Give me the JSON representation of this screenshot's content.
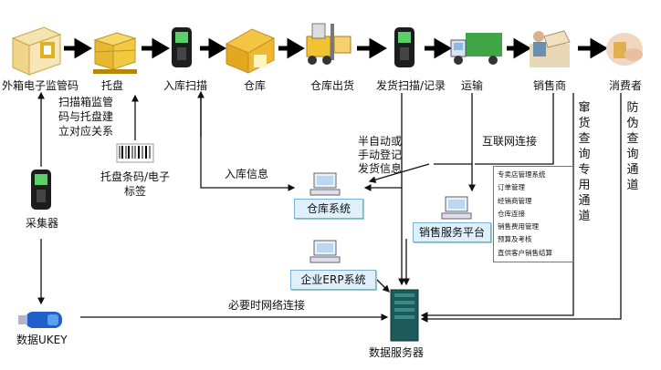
{
  "nodes": {
    "outer_box": "外箱电子监管码",
    "pallet": "托盘",
    "inbound_scan": "入库扫描",
    "warehouse": "仓库",
    "warehouse_out": "仓库出货",
    "ship_scan": "发货扫描/记录",
    "transport": "运输",
    "distributor": "销售商",
    "consumer": "消费者"
  },
  "notes": {
    "pallet_note": "扫描箱监管码与托盘建立对应关系",
    "barcode_label": "托盘条码/电子标签",
    "collector": "采集器",
    "ukey": "数据UKEY",
    "inbound_info": "入库信息",
    "ship_info": "半自动或手动登记发货信息",
    "internet": "互联网连接",
    "network": "必要时网络连接",
    "server": "数据服务器",
    "diversion_query": "窜货查询专用通道",
    "anti_fake": "防伪查询通道"
  },
  "systems": {
    "warehouse_sys": "仓库系统",
    "sales_platform": "销售服务平台",
    "erp": "企业ERP系统"
  },
  "platform_functions": [
    "专卖店管理系统",
    "订单管理",
    "经销商管理",
    "仓库连接",
    "销售费用管理",
    "预算及考核",
    "直供客户销售结算"
  ],
  "colors": {
    "arrow": "#111111",
    "sysbox_bg": "#dff0fb",
    "server": "#1f5a5a"
  }
}
